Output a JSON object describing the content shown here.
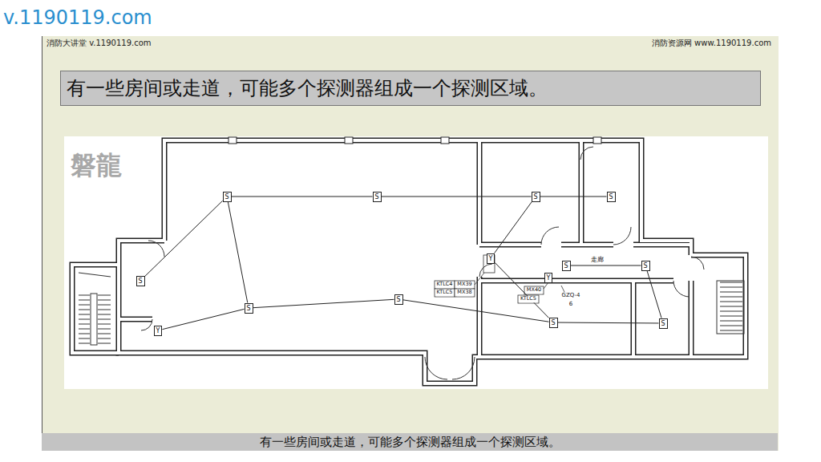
{
  "diagram": {
    "title": "有一些房间或走道，可能多个探测器组成一个探测区域。",
    "caption": "有一些房间或走道，可能多个探测器组成一个探测区域。",
    "nodes": [
      {
        "text": [
          "S"
        ]
      },
      {
        "text": [
          "S"
        ]
      },
      {
        "text": [
          "S"
        ]
      },
      {
        "text": [
          "S"
        ]
      },
      {
        "text": [
          "Y"
        ]
      },
      {
        "text": [
          "S"
        ]
      },
      {
        "text": [
          "S"
        ]
      },
      {
        "text": [
          "Y"
        ]
      },
      {
        "text": [
          "S"
        ]
      },
      {
        "text": [
          "S"
        ]
      },
      {
        "text": [
          "S"
        ]
      },
      {
        "text": [
          "S"
        ]
      },
      {
        "text": [
          "S"
        ]
      },
      {
        "text": [
          "Y"
        ]
      }
    ],
    "edges": [
      {
        "from": 0,
        "to": 1,
        "arrow": "none"
      },
      {
        "from": 1,
        "to": 2,
        "arrow": "none"
      },
      {
        "from": 2,
        "to": 3,
        "arrow": "none"
      },
      {
        "from": 0,
        "to": 8,
        "arrow": "none"
      },
      {
        "from": 0,
        "to": 10,
        "arrow": "none"
      },
      {
        "from": 2,
        "to": 4,
        "arrow": "none"
      },
      {
        "from": 13,
        "to": 10,
        "arrow": "none"
      },
      {
        "from": 10,
        "to": 9,
        "arrow": "none"
      },
      {
        "from": 9,
        "to": 11,
        "arrow": "none"
      },
      {
        "from": 4,
        "to": 11,
        "arrow": "none"
      },
      {
        "from": 11,
        "to": 12,
        "arrow": "none"
      },
      {
        "from": 12,
        "to": 6,
        "arrow": "none"
      },
      {
        "from": 5,
        "to": 6,
        "arrow": "none"
      }
    ],
    "labels": [
      "v.1190119.com",
      "消防大讲堂 v.1190119.com",
      "消防资源网 www.1190119.com",
      "磐龍",
      "走廊",
      "KTLC4",
      "MX39",
      "KTLC5",
      "MX38",
      "MX40",
      "KTLC5",
      "GZQ-4",
      "6"
    ]
  }
}
